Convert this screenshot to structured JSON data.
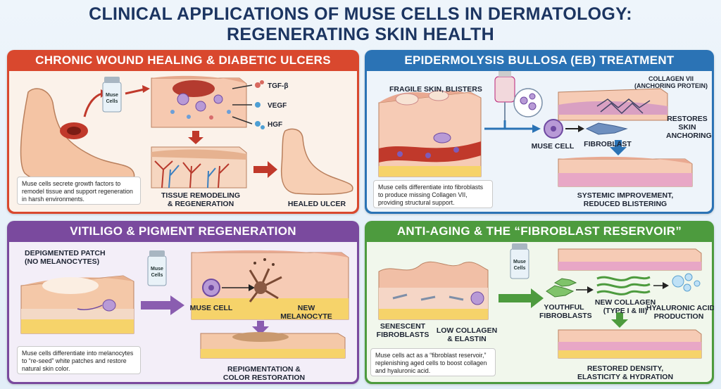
{
  "title_line1": "CLINICAL APPLICATIONS OF MUSE CELLS IN DERMATOLOGY:",
  "title_line2": "REGENERATING SKIN HEALTH",
  "colors": {
    "wound": "#d9482e",
    "eb": "#2b73b5",
    "vitiligo": "#7a4a9e",
    "antiaging": "#4d9b3e"
  },
  "vial_label_1": "Muse",
  "vial_label_2": "Cells",
  "wound": {
    "header": "CHRONIC WOUND HEALING & DIABETIC ULCERS",
    "factors": [
      "TGF-β",
      "VEGF",
      "HGF"
    ],
    "remodel_label_1": "TISSUE REMODELING",
    "remodel_label_2": "& REGENERATION",
    "healed_label": "HEALED ULCER",
    "note": "Muse cells secrete growth factors to remodel tissue and support regeneration in harsh environments."
  },
  "eb": {
    "header": "EPIDERMOLYSIS BULLOSA (EB) TREATMENT",
    "fragile_label": "FRAGILE SKIN, BLISTERS",
    "collagen_label_1": "COLLAGEN VII",
    "collagen_label_2": "(ANCHORING PROTEIN)",
    "restores_label_1": "RESTORES",
    "restores_label_2": "SKIN",
    "restores_label_3": "ANCHORING",
    "muse_cell_label": "MUSE CELL",
    "fibroblast_label": "FIBROBLAST",
    "result_label_1": "SYSTEMIC IMPROVEMENT,",
    "result_label_2": "REDUCED BLISTERING",
    "note": "Muse cells differentiate into fibroblasts to produce missing Collagen VII, providing structural support."
  },
  "vitiligo": {
    "header": "VITILIGO & PIGMENT REGENERATION",
    "patch_label_1": "DEPIGMENTED PATCH",
    "patch_label_2": "(NO MELANOCYTES)",
    "muse_cell_label": "MUSE CELL",
    "new_label_1": "NEW",
    "new_label_2": "MELANOCYTE",
    "result_label_1": "REPIGMENTATION &",
    "result_label_2": "COLOR RESTORATION",
    "note": "Muse cells differentiate into melanocytes to “re-seed” white patches and restore natural skin color."
  },
  "antiaging": {
    "header": "ANTI-AGING & THE “FIBROBLAST RESERVOIR”",
    "youthful_label_1": "YOUTHFUL",
    "youthful_label_2": "FIBROBLASTS",
    "collagen_label_1": "NEW COLLAGEN",
    "collagen_label_2": "(TYPE I & III)",
    "ha_label_1": "HYALURONIC ACID",
    "ha_label_2": "PRODUCTION",
    "senescent_label_1": "SENESCENT",
    "senescent_label_2": "FIBROBLASTS",
    "low_label_1": "LOW COLLAGEN",
    "low_label_2": "& ELASTIN",
    "result_label_1": "RESTORED DENSITY,",
    "result_label_2": "ELASTICITY & HYDRATION",
    "note": "Muse cells act as a “fibroblast reservoir,” replenishing aged cells to boost collagen and hyaluronic acid."
  }
}
